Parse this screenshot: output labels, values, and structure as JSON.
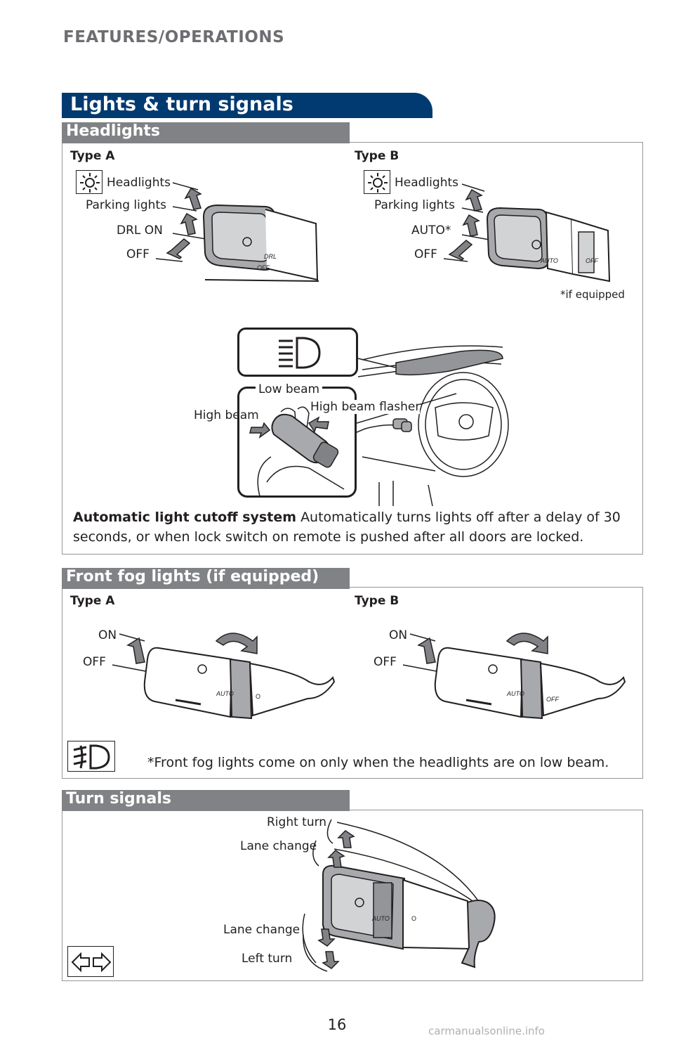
{
  "header": {
    "section": "FEATURES/OPERATIONS"
  },
  "banner": {
    "title": "Lights & turn signals"
  },
  "headlights": {
    "title": "Headlights",
    "type_a": {
      "label": "Type A",
      "headlights": "Headlights",
      "parking": "Parking lights",
      "drl_on": "DRL ON",
      "off": "OFF"
    },
    "type_b": {
      "label": "Type B",
      "headlights": "Headlights",
      "parking": "Parking lights",
      "auto": "AUTO*",
      "off": "OFF",
      "footnote": "*if equipped"
    },
    "beam": {
      "low": "Low beam",
      "high": "High beam",
      "flasher": "High beam flasher"
    },
    "cutoff": {
      "title": "Automatic light cutoff system",
      "text": "Automatically turns lights off after a delay of 30 seconds, or when lock switch on remote is pushed after all doors are locked."
    },
    "stalk_marks": {
      "drl": "DRL",
      "off": "OFF",
      "auto": "AUTO"
    }
  },
  "fog": {
    "title": "Front fog lights (if equipped)",
    "type_a": {
      "label": "Type A",
      "on": "ON",
      "off": "OFF"
    },
    "type_b": {
      "label": "Type B",
      "on": "ON",
      "off": "OFF"
    },
    "note": "*Front fog lights come on only when the headlights are on low beam.",
    "stalk_marks": {
      "auto": "AUTO",
      "off": "OFF",
      "o": "O"
    }
  },
  "turn": {
    "title": "Turn signals",
    "right_turn": "Right turn",
    "lane_change_up": "Lane change",
    "lane_change_down": "Lane change",
    "left_turn": "Left turn",
    "stalk_marks": {
      "auto": "AUTO",
      "o": "O"
    }
  },
  "footer": {
    "page_number": "16",
    "watermark": "carmanualsonline.info"
  },
  "colors": {
    "banner": "#003a70",
    "section_head": "#808285",
    "stalk_grey": "#a7a9ac",
    "dial_grey": "#939598"
  }
}
